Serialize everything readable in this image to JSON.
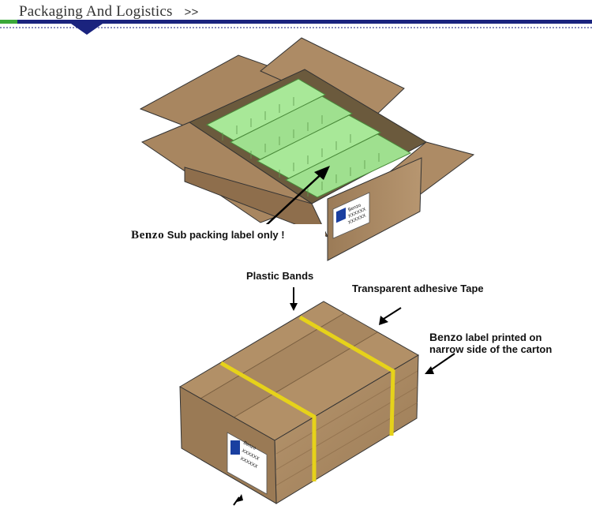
{
  "header": {
    "title": "Packaging And Logistics",
    "arrows": ">>"
  },
  "callouts": {
    "sub_packing_brand": "Benzo",
    "sub_packing_text": "Sub packing label only !",
    "plastic_bands": "Plastic Bands",
    "tape": "Transparent  adhesive Tape",
    "benzo_brand": "Benzo",
    "benzo_line1_rest": "label printed on",
    "benzo_line2": "narrow side of the carton"
  },
  "labels": {
    "small_label_brand": "Benzo",
    "small_label_line1": "XXXXXX",
    "small_label_line2": "XXXXXX",
    "big_label_brand": "Benzo",
    "big_label_line1": "XXXXXX",
    "big_label_line2": "XXXXXX"
  },
  "colors": {
    "carton": "#a88660",
    "carton_dark": "#8a6a48",
    "tray": "#a8e898",
    "band": "#e6d21a",
    "header_rule": "#1a237e",
    "accent_green": "#3aa83a"
  }
}
